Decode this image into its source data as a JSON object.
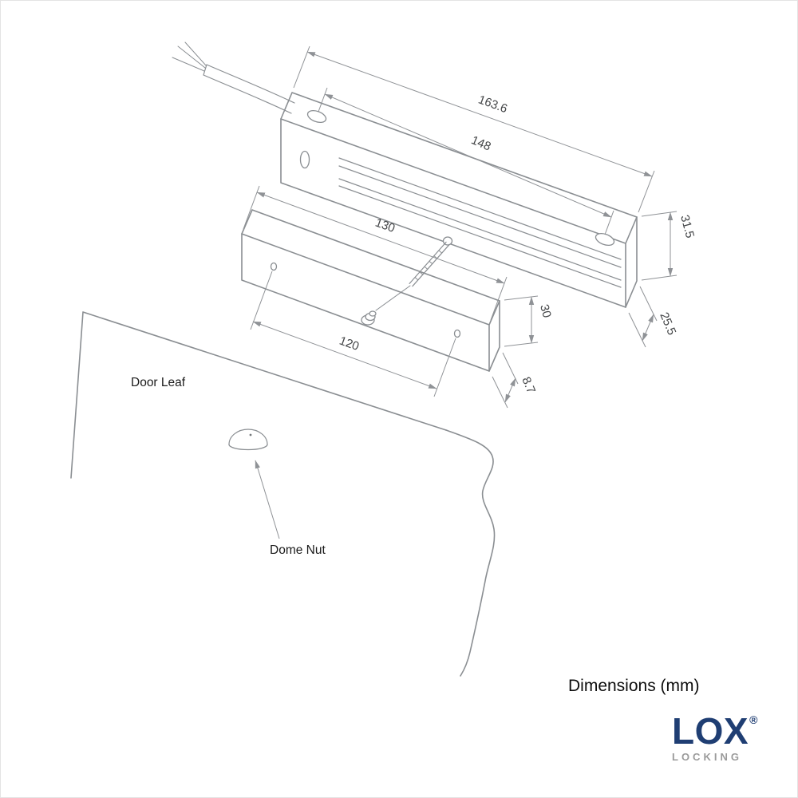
{
  "drawing": {
    "line_color": "#8a8e92",
    "dim_text_color": "#434547",
    "label_text_color": "#1b1b1b",
    "labels": {
      "door_leaf": "Door Leaf",
      "dome_nut": "Dome Nut"
    },
    "dims": {
      "maglock_length": "163.6",
      "maglock_hole_spacing": "148",
      "maglock_height": "31.5",
      "maglock_depth": "25.5",
      "armature_length": "130",
      "armature_hole_spacing": "120",
      "armature_height": "30",
      "armature_depth": "8.7"
    }
  },
  "footer": {
    "note": "Dimensions (mm)"
  },
  "brand": {
    "name": "LOX",
    "registered_mark": "®",
    "tagline": "LOCKING",
    "name_color": "#1f3e73",
    "tagline_color": "#9b9b9b"
  }
}
